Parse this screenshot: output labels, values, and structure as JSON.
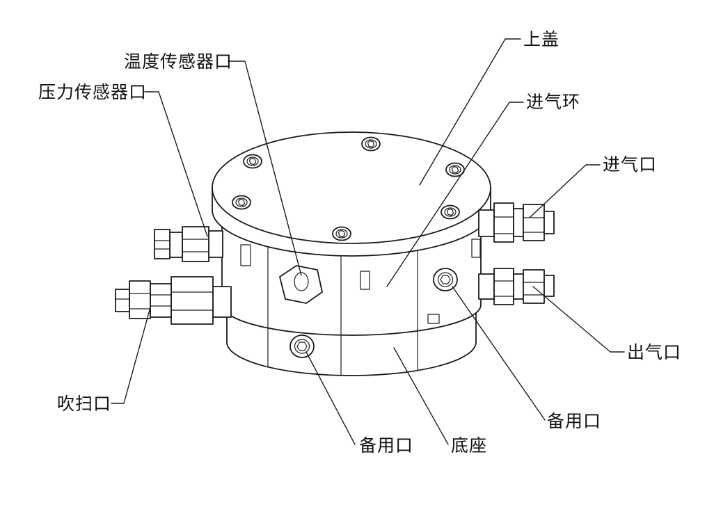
{
  "figure": {
    "colors": {
      "line": "#1a1a1a",
      "background": "#ffffff"
    },
    "labels": {
      "temperature_sensor_port": "温度传感器口",
      "pressure_sensor_port": "压力传感器口",
      "top_cover": "上盖",
      "intake_ring": "进气环",
      "inlet_port": "进气口",
      "outlet_port": "出气口",
      "purge_port": "吹扫口",
      "spare_port_bottom": "备用口",
      "base": "底座",
      "spare_port_right": "备用口"
    }
  }
}
